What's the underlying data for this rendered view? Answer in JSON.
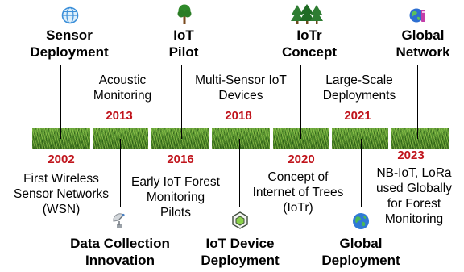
{
  "years": {
    "y2002": "2002",
    "y2013": "2013",
    "y2016": "2016",
    "y2018": "2018",
    "y2020": "2020",
    "y2021": "2021",
    "y2023": "2023"
  },
  "milestones": {
    "sensor_deployment": {
      "title": [
        "Sensor",
        "Deployment"
      ],
      "icon": "globe-icon"
    },
    "iot_pilot": {
      "title": [
        "IoT",
        "Pilot"
      ],
      "icon": "tree-icon"
    },
    "iotr_concept": {
      "title": [
        "IoTr",
        "Concept"
      ],
      "icon": "forest-icon"
    },
    "global_network": {
      "title": [
        "Global",
        "Network"
      ],
      "icon": "network-globe-icon"
    },
    "data_collection": {
      "title": [
        "Data Collection",
        "Innovation"
      ],
      "icon": "satellite-dish-icon"
    },
    "iot_device": {
      "title": [
        "IoT Device",
        "Deployment"
      ],
      "icon": "iot-device-icon"
    },
    "global_deployment": {
      "title": [
        "Global",
        "Deployment"
      ],
      "icon": "earth-icon"
    }
  },
  "descriptions": {
    "acoustic": [
      "Acoustic",
      "Monitoring"
    ],
    "multisensor": [
      "Multi-Sensor IoT",
      "Devices"
    ],
    "large_scale": [
      "Large-Scale",
      "Deployments"
    ],
    "first_wsn": [
      "First Wireless",
      "Sensor Networks",
      "(WSN)"
    ],
    "early_iot": [
      "Early IoT Forest",
      "Monitoring",
      "Pilots"
    ],
    "concept_iot": [
      "Concept of",
      "Internet of Trees",
      "(IoTr)"
    ],
    "nbiot": [
      "NB-IoT, LoRa",
      "used Globally",
      "for Forest",
      "Monitoring"
    ]
  },
  "colors": {
    "year": "#c0141c",
    "grass": "#4f8a2c"
  }
}
